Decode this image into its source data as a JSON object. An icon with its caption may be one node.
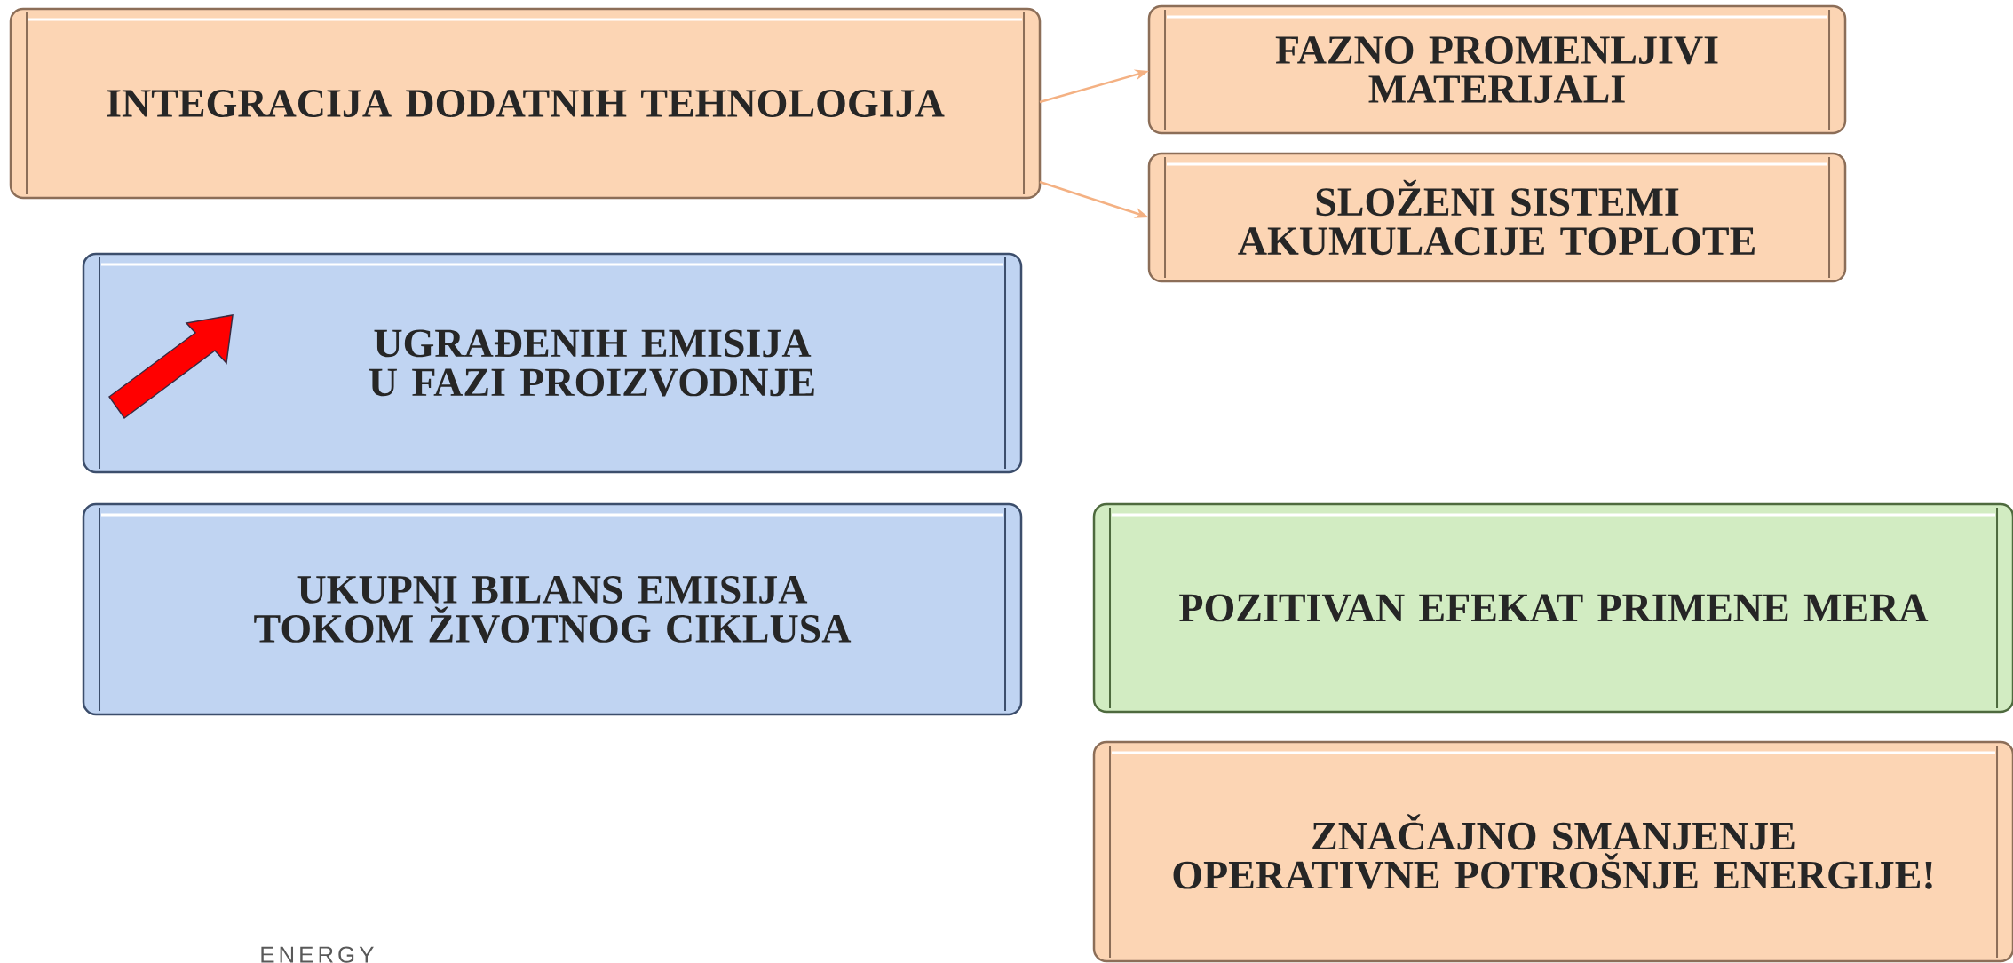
{
  "diagram": {
    "nodes": [
      {
        "text": [
          "INTEGRACIJA DODATNIH TEHNOLOGIJA"
        ]
      },
      {
        "text": [
          "FAZNO PROMENLJIVI MATERIJALI"
        ]
      },
      {
        "text": [
          "SLOŽENI SISTEMI AKUMULACIJE TOPLOTE"
        ]
      },
      {
        "text": [
          "UGRAĐENIH EMISIJA U FAZI PROIZVODNJE"
        ]
      },
      {
        "text": [
          "UKUPNI BILANS EMISIJA TOKOM ŽIVOTNOG CIKLUSA"
        ]
      },
      {
        "text": [
          "POZITIVAN EFEKAT PRIMENE MERA"
        ]
      },
      {
        "text": [
          "ZNAČAJNO SMANJENJE OPERATIVNE POTROŠNJE ENERGIJE!"
        ]
      }
    ],
    "edges": [
      {
        "from": 0,
        "to": 1,
        "arrow": "to"
      },
      {
        "from": 0,
        "to": 2,
        "arrow": "to"
      }
    ],
    "labels": [
      "ENERGY"
    ]
  }
}
